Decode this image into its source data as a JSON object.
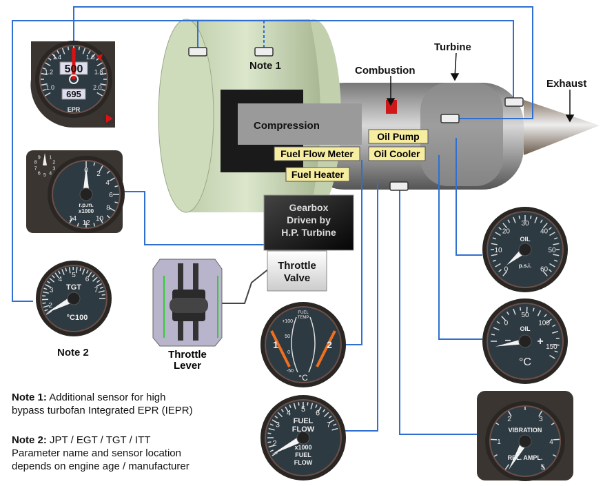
{
  "colors": {
    "wire": "#2f6fd0",
    "label_bg": "#f6eda0",
    "engine_fan": "#cfdcbc",
    "gauge_face": "#2e3a42",
    "needle": "#f4f4f4",
    "epr_needle": "#e01010",
    "fuel_needle": "#f07020"
  },
  "labels": {
    "note1": "Note 1",
    "note2": "Note 2",
    "compression": "Compression",
    "combustion": "Combustion",
    "turbine": "Turbine",
    "exhaust": "Exhaust",
    "oil_pump": "Oil Pump",
    "fuel_flow_meter": "Fuel Flow Meter",
    "oil_cooler": "Oil Cooler",
    "fuel_heater": "Fuel Heater",
    "gearbox": [
      "Gearbox",
      "Driven by",
      "H.P. Turbine"
    ],
    "throttle_valve": [
      "Throttle",
      "Valve"
    ],
    "throttle_lever": [
      "Throttle",
      "Lever"
    ]
  },
  "notes": {
    "note1_title": "Note 1:",
    "note1_text": "Additional sensor for high",
    "note1_text2": "bypass turbofan Integrated EPR (IEPR)",
    "note2_title": "Note 2:",
    "note2_text": "JPT / EGT / TGT / ITT",
    "note2_text2": "Parameter name and sensor location",
    "note2_text3": "depends on engine age / manufacturer"
  },
  "gauges": {
    "epr": {
      "title": "EPR",
      "ticks": [
        "1.0",
        "1.2",
        "1.4",
        "1.6",
        "1.8",
        "2.0"
      ],
      "counter_top": "500",
      "counter_bottom": "695",
      "value": 1.5
    },
    "rpm": {
      "title": "r.p.m.",
      "subtitle": "x1000",
      "ticks": [
        "0",
        "2",
        "4",
        "6",
        "8",
        "10",
        "12",
        "14"
      ],
      "small_dial": [
        "1",
        "2",
        "3",
        "4",
        "5",
        "6",
        "7",
        "8",
        "9"
      ],
      "value": 0
    },
    "tgt": {
      "title": "TGT",
      "unit": "°C100",
      "ticks": [
        "2",
        "3",
        "4",
        "5",
        "6",
        "7"
      ],
      "value": 1.7
    },
    "fuel_temp": {
      "title": "FUEL",
      "title2": "TEMP",
      "unit": "°C",
      "left": "1",
      "right": "2",
      "scale": [
        "+100",
        "50",
        "0",
        "-50"
      ]
    },
    "fuel_flow": {
      "title": "FUEL",
      "title2": "FLOW",
      "sub1": "x1000",
      "sub2": "FUEL",
      "sub3": "FLOW",
      "ticks": [
        "2",
        "3",
        "4",
        "5",
        "6",
        "7"
      ],
      "value": 1.5
    },
    "oil_psi": {
      "title": "OIL",
      "unit": "p.s.i.",
      "ticks": [
        "0",
        "10",
        "20",
        "30",
        "40",
        "50",
        "60"
      ],
      "value": 1
    },
    "oil_temp": {
      "title": "OIL",
      "unit": "°C",
      "minus": "–",
      "plus": "+",
      "ticks": [
        "0",
        "50",
        "100",
        "150"
      ],
      "value": -20
    },
    "vibration": {
      "title": "VIBRATION",
      "unit": "REL. AMPL.",
      "ticks": [
        "1",
        "2",
        "3",
        "4",
        "5"
      ],
      "value": 0.2
    }
  }
}
